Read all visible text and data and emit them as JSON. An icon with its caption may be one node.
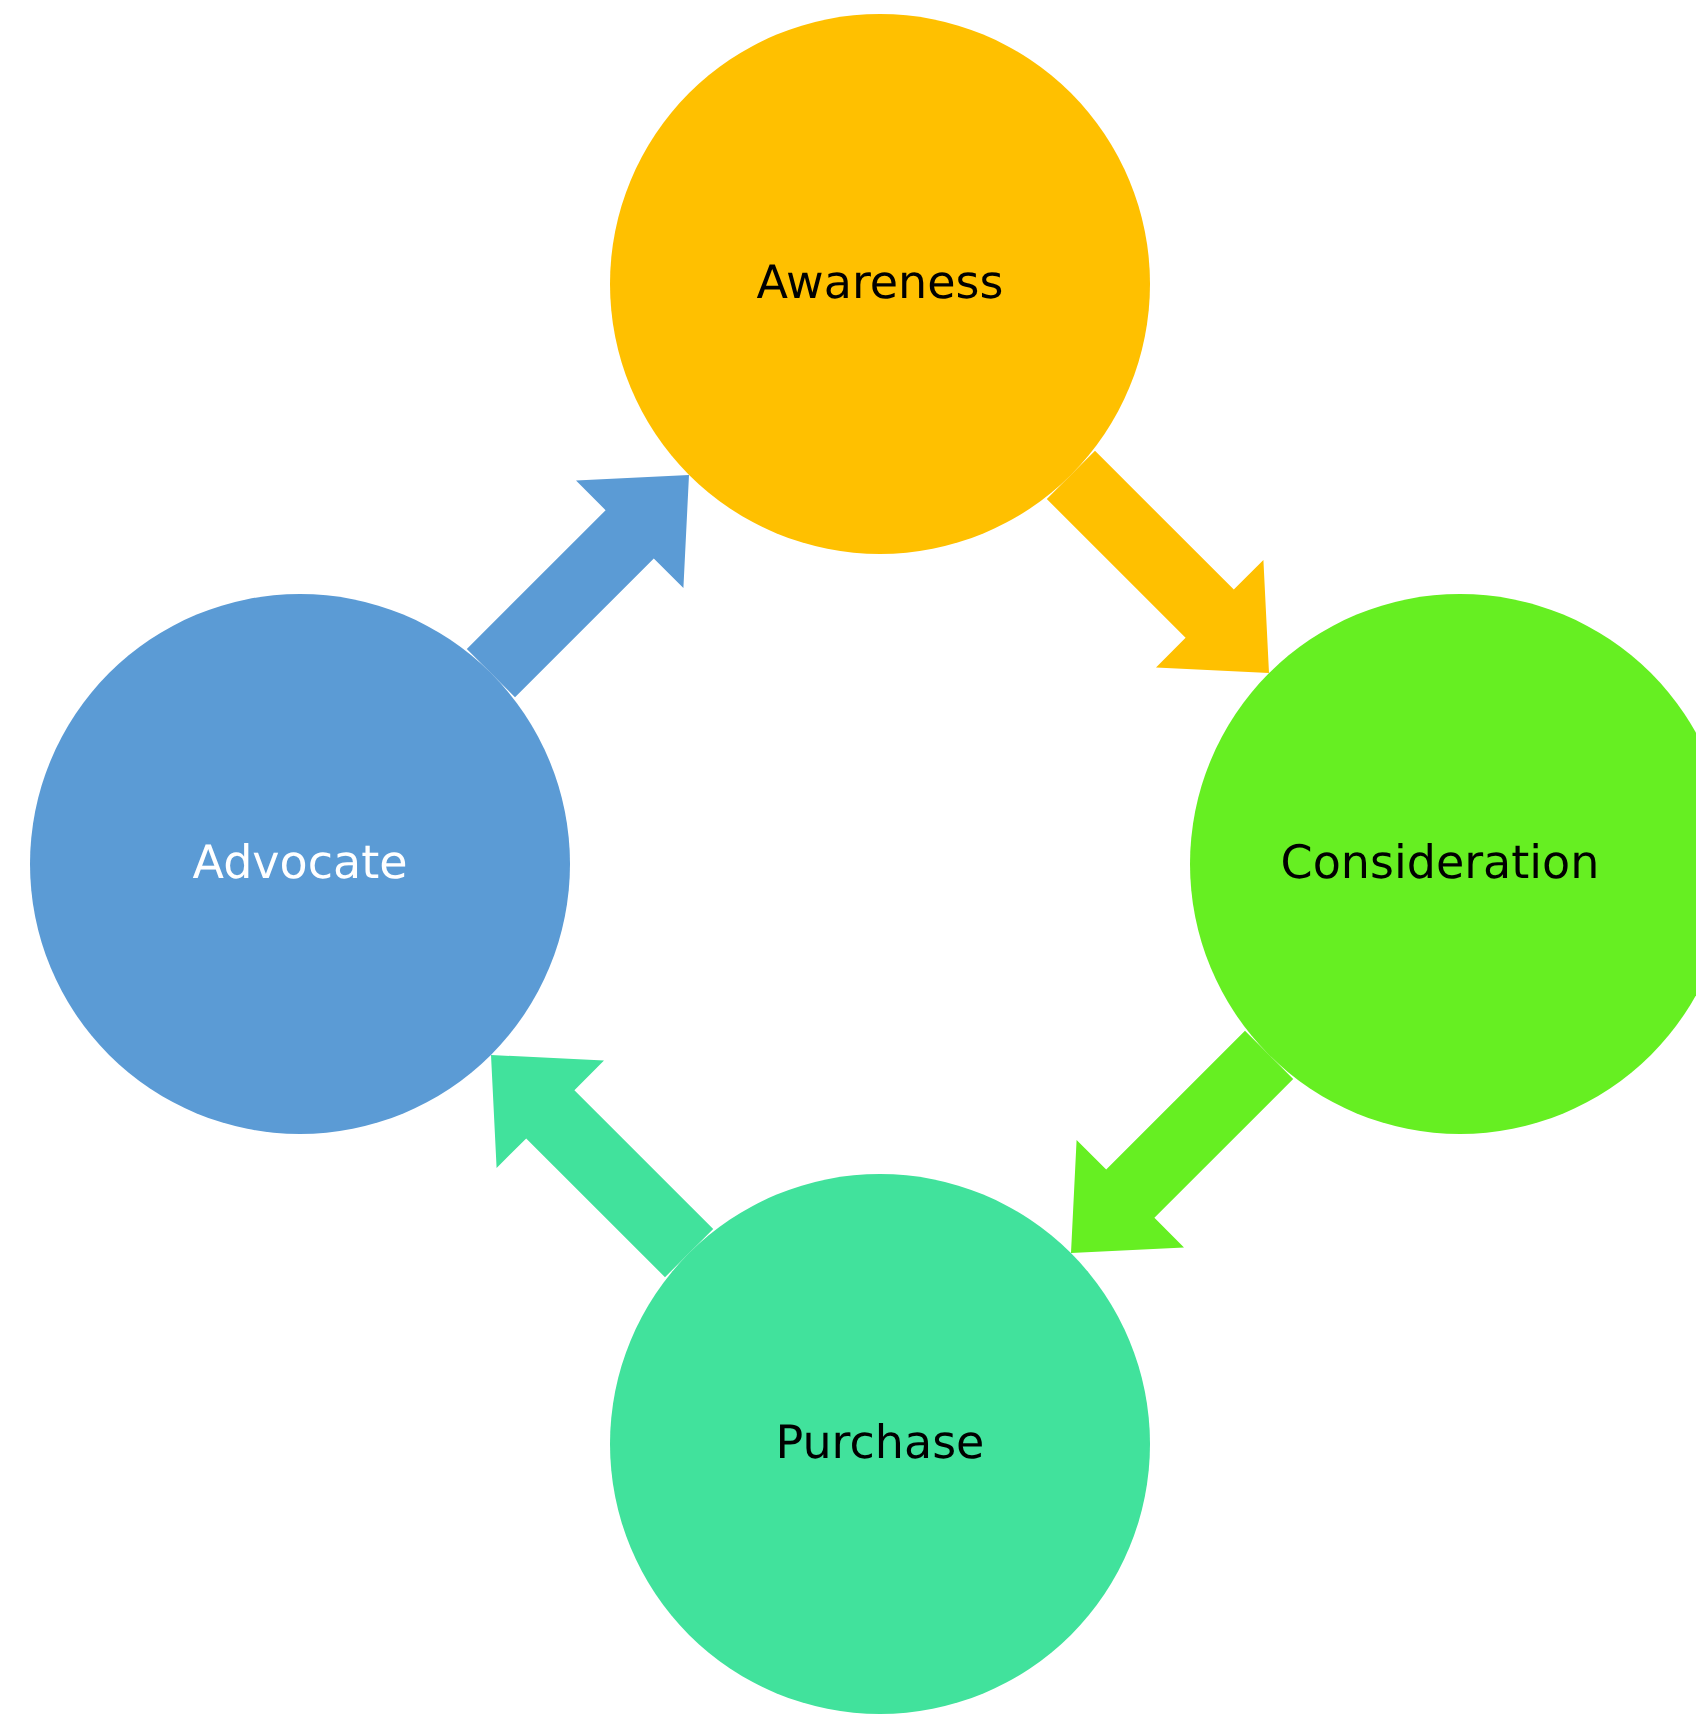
{
  "diagram": {
    "nodes": [
      {
        "text": [
          "Awareness"
        ]
      },
      {
        "text": [
          "Consideration"
        ]
      },
      {
        "text": [
          "Purchase"
        ]
      },
      {
        "text": [
          "Advocate"
        ]
      }
    ],
    "edges": [
      {
        "from": 0,
        "to": 1,
        "arrow": "to",
        "color": "#ffc000"
      },
      {
        "from": 1,
        "to": 2,
        "arrow": "to",
        "color": "#66ef22"
      },
      {
        "from": 2,
        "to": 3,
        "arrow": "to",
        "color": "#41e29c"
      },
      {
        "from": 3,
        "to": 0,
        "arrow": "to",
        "color": "#5b9bd5"
      }
    ]
  }
}
